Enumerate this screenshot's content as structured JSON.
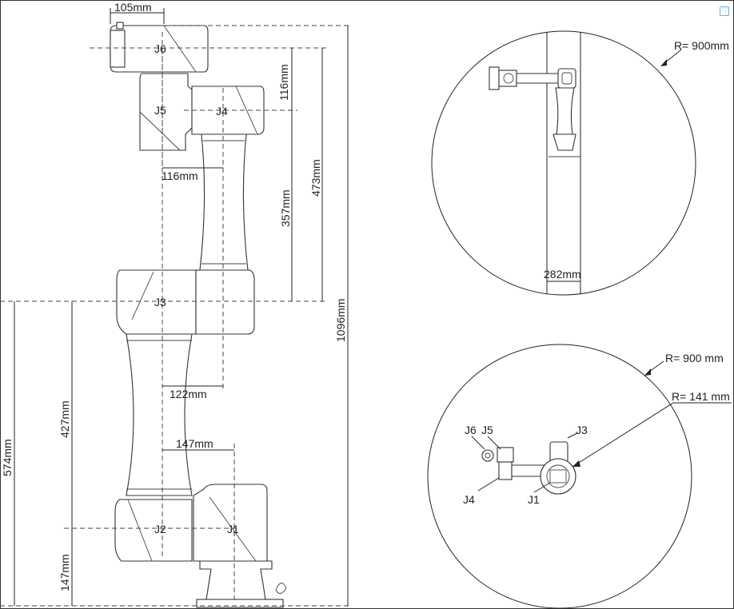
{
  "dimensions": {
    "d105": "105mm",
    "d116v": "116mm",
    "d116h": "116mm",
    "d473": "473mm",
    "d357": "357mm",
    "d1096": "1096mm",
    "d122": "122mm",
    "d147h": "147mm",
    "d427": "427mm",
    "d574": "574mm",
    "d147v": "147mm",
    "d282": "282mm"
  },
  "joints": {
    "j1": "J1",
    "j2": "J2",
    "j3": "J3",
    "j4": "J4",
    "j5": "J5",
    "j6": "J6"
  },
  "top_view": {
    "radius": "R= 900mm",
    "width": "282mm"
  },
  "bottom_view": {
    "radius_outer": "R= 900 mm",
    "radius_inner": "R= 141 mm",
    "j6": "J6",
    "j5": "J5",
    "j3": "J3",
    "j4": "J4",
    "j1": "J1"
  },
  "icon": "expand-icon"
}
